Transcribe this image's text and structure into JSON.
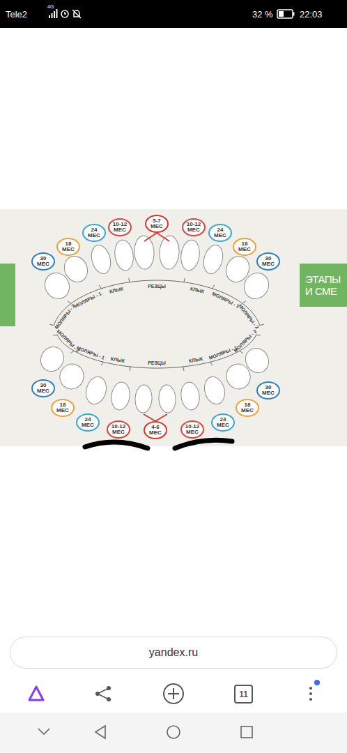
{
  "diagram": {
    "nodes": [
      {
        "text": [
          "30 МЕС"
        ]
      },
      {
        "text": [
          "18 МЕС"
        ]
      },
      {
        "text": [
          "24 МЕС"
        ]
      },
      {
        "text": [
          "10-12 МЕС"
        ]
      },
      {
        "text": [
          "5-7 МЕС"
        ]
      },
      {
        "text": [
          "10-12 МЕС"
        ]
      },
      {
        "text": [
          "24 МЕС"
        ]
      },
      {
        "text": [
          "18 МЕС"
        ]
      },
      {
        "text": [
          "30 МЕС"
        ]
      },
      {
        "text": [
          "30 МЕС"
        ]
      },
      {
        "text": [
          "18 МЕС"
        ]
      },
      {
        "text": [
          "24 МЕС"
        ]
      },
      {
        "text": [
          "10-12 МЕС"
        ]
      },
      {
        "text": [
          "4-6 МЕС"
        ]
      },
      {
        "text": [
          "10-12 МЕС"
        ]
      },
      {
        "text": [
          "24 МЕС"
        ]
      },
      {
        "text": [
          "18 МЕС"
        ]
      },
      {
        "text": [
          "30 МЕС"
        ]
      },
      {
        "text": [
          "ЭТАПЫ И СМЕ"
        ]
      },
      {
        "text": [
          "yandex.ru"
        ]
      },
      {
        "text": [
          "11"
        ]
      }
    ],
    "edges": [],
    "labels": [
      "Tele2",
      "4G",
      "32 %",
      "22:03",
      "МОЛЯРЫ - 2",
      "МОЛЯРЫ - 1",
      "КЛЫК",
      "РЕЗЦЫ",
      "КЛЫК",
      "МОЛЯРЫ - 1",
      "МОЛЯРЫ - 2",
      "МОЛЯРЫ - 2",
      "МОЛЯРЫ - 1",
      "КЛЫК",
      "РЕЗЦЫ",
      "КЛЫК",
      "МОЛЯРЫ - 1",
      "МОЛЯРЫ - 2"
    ]
  }
}
